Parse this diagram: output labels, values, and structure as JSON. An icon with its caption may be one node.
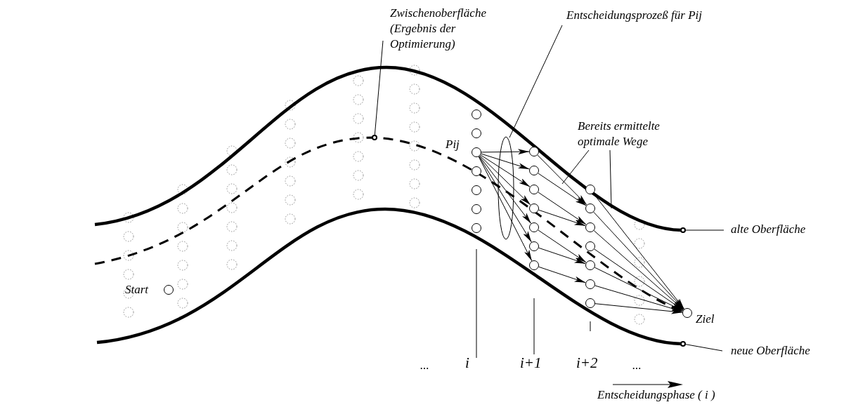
{
  "diagram": {
    "nodes": [
      {
        "text": [
          "Zwischenoberfläche (Ergebnis der Optimierung)"
        ]
      },
      {
        "text": [],
        "shape": "circle"
      },
      {
        "text": [
          "Entscheidungsprozeß für Pij"
        ]
      },
      {
        "text": [
          "Bereits ermittelte optimale Wege"
        ]
      },
      {
        "text": [
          "alte Oberfläche"
        ]
      },
      {
        "text": [],
        "shape": "circle"
      },
      {
        "text": [
          "neue Oberfläche"
        ]
      },
      {
        "text": [],
        "shape": "circle"
      },
      {
        "text": [],
        "shape": "circle",
        "beside": [
          "Start"
        ]
      },
      {
        "text": [],
        "shape": "circle"
      },
      {
        "text": [],
        "shape": "circle"
      },
      {
        "text": [],
        "shape": "circle",
        "beside": [
          "Pij"
        ]
      },
      {
        "text": [],
        "shape": "circle"
      },
      {
        "text": [],
        "shape": "circle"
      },
      {
        "text": [],
        "shape": "circle"
      },
      {
        "text": [],
        "shape": "circle"
      },
      {
        "text": [],
        "shape": "circle"
      },
      {
        "text": [],
        "shape": "circle"
      },
      {
        "text": [],
        "shape": "circle"
      },
      {
        "text": [],
        "shape": "circle"
      },
      {
        "text": [],
        "shape": "circle"
      },
      {
        "text": [],
        "shape": "circle"
      },
      {
        "text": [],
        "shape": "circle"
      },
      {
        "text": [],
        "shape": "circle"
      },
      {
        "text": [],
        "shape": "circle"
      },
      {
        "text": [],
        "shape": "circle"
      },
      {
        "text": [],
        "shape": "circle"
      },
      {
        "text": [],
        "shape": "circle"
      },
      {
        "text": [],
        "shape": "circle"
      },
      {
        "text": [],
        "shape": "circle"
      },
      {
        "text": [],
        "shape": "circle",
        "beside": [
          "Ziel"
        ]
      }
    ],
    "edges": [
      {
        "from": 0,
        "to": 1,
        "arrow": "none"
      },
      {
        "from": 2,
        "to": null,
        "arrow": "none"
      },
      {
        "from": 3,
        "to": null,
        "arrow": "none"
      },
      {
        "from": 3,
        "to": null,
        "arrow": "none"
      },
      {
        "from": 4,
        "to": 5,
        "arrow": "none"
      },
      {
        "from": 6,
        "to": 7,
        "arrow": "none"
      },
      {
        "from": 11,
        "to": 16,
        "arrow": "to"
      },
      {
        "from": 11,
        "to": 17,
        "arrow": "to"
      },
      {
        "from": 11,
        "to": 18,
        "arrow": "to"
      },
      {
        "from": 11,
        "to": 19,
        "arrow": "to"
      },
      {
        "from": 11,
        "to": 20,
        "arrow": "to"
      },
      {
        "from": 11,
        "to": 21,
        "arrow": "to"
      },
      {
        "from": 11,
        "to": 22,
        "arrow": "to"
      },
      {
        "from": 16,
        "to": 24,
        "arrow": "to"
      },
      {
        "from": 17,
        "to": 24,
        "arrow": "to"
      },
      {
        "from": 18,
        "to": 25,
        "arrow": "to"
      },
      {
        "from": 19,
        "to": 25,
        "arrow": "to"
      },
      {
        "from": 20,
        "to": 27,
        "arrow": "to"
      },
      {
        "from": 21,
        "to": 27,
        "arrow": "to"
      },
      {
        "from": 22,
        "to": 28,
        "arrow": "to"
      },
      {
        "from": 23,
        "to": 30,
        "arrow": "to"
      },
      {
        "from": 24,
        "to": 30,
        "arrow": "to"
      },
      {
        "from": 25,
        "to": 30,
        "arrow": "to"
      },
      {
        "from": 26,
        "to": 30,
        "arrow": "to"
      },
      {
        "from": 27,
        "to": 30,
        "arrow": "to"
      },
      {
        "from": 28,
        "to": 30,
        "arrow": "to"
      },
      {
        "from": 29,
        "to": 30,
        "arrow": "to"
      }
    ],
    "labels": [
      "...",
      "i",
      "i+1",
      "i+2",
      "...",
      "Entscheidungsphase ( i )"
    ]
  }
}
